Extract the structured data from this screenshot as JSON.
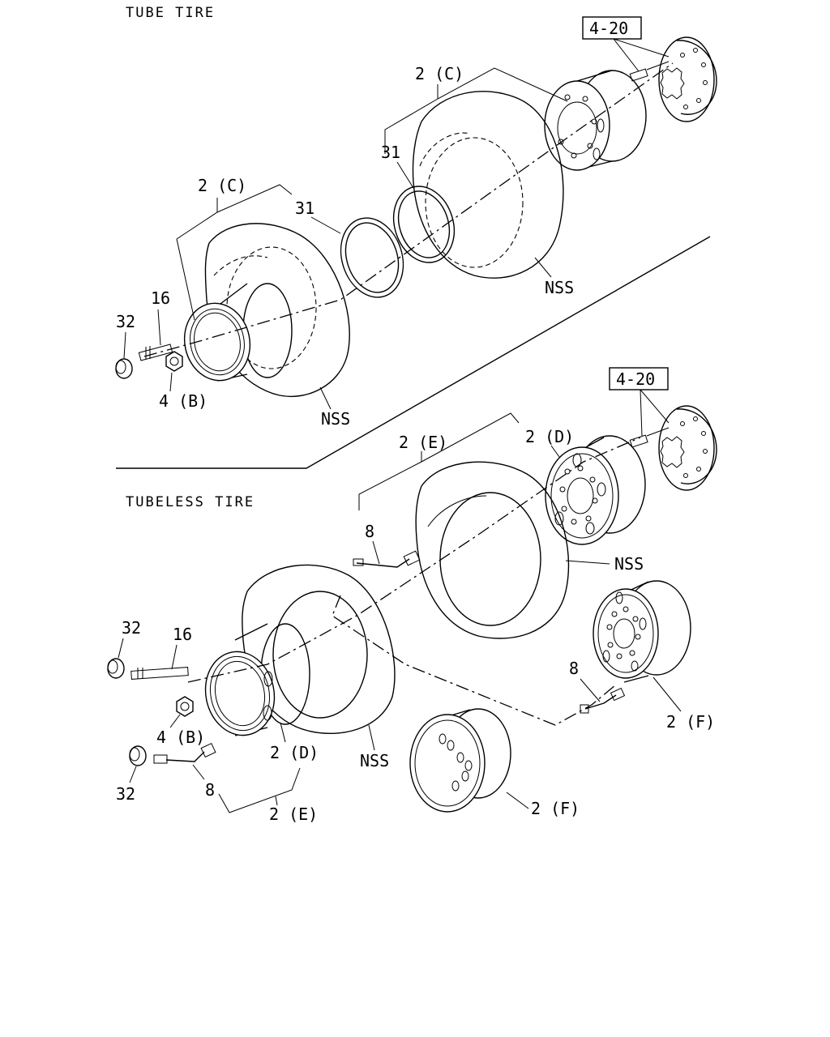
{
  "sections": {
    "tube": "TUBE TIRE",
    "tubeless": "TUBELESS TIRE"
  },
  "labels": {
    "ref_4_20_top": "4-20",
    "ref_4_20_bottom": "4-20",
    "c_2c_right": "2 (C)",
    "c_2c_left": "2 (C)",
    "c_31_right": "31",
    "c_31_left": "31",
    "c_nss_tube_right": "NSS",
    "c_nss_tube_left": "NSS",
    "c_16_tube": "16",
    "c_32_tube": "32",
    "c_4b_tube": "4 (B)",
    "c_2e_top": "2 (E)",
    "c_2d_top": "2 (D)",
    "c_8_top": "8",
    "c_nss_tl_right": "NSS",
    "c_32_tl_top": "32",
    "c_16_tl": "16",
    "c_4b_tl": "4 (B)",
    "c_2d_bottom": "2 (D)",
    "c_nss_tl_left": "NSS",
    "c_32_tl_bottom": "32",
    "c_8_bottom": "8",
    "c_2e_bottom": "2 (E)",
    "c_8_right": "8",
    "c_2f_right": "2 (F)",
    "c_2f_bottom": "2 (F)"
  }
}
